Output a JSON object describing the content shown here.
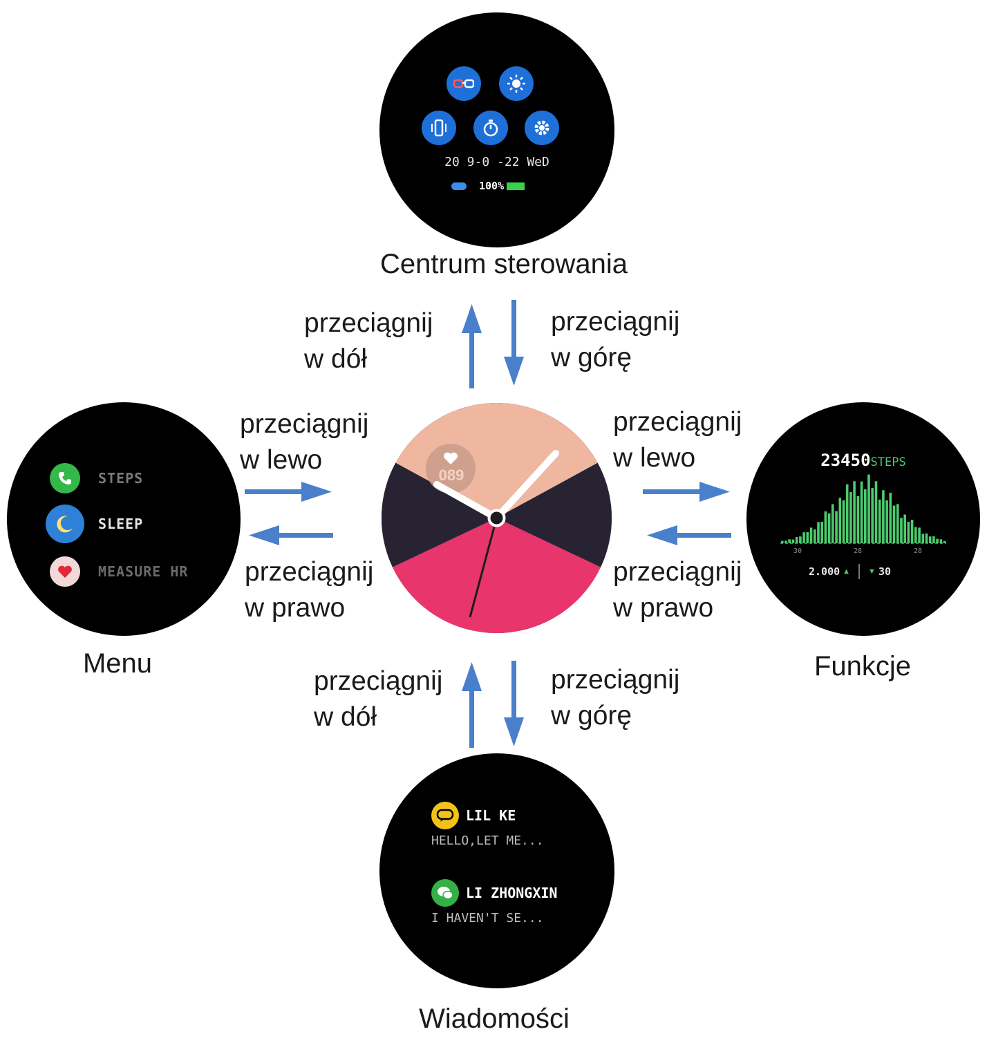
{
  "screens": {
    "center_watchface": {
      "heart_value": "089"
    },
    "control_center": {
      "title": "Centrum sterowania",
      "icons": [
        "glasses-icon",
        "brightness-icon",
        "vibrate-icon",
        "stopwatch-icon",
        "settings-icon"
      ],
      "date_line": "20 9-0 -22 WeD",
      "battery_percent": "100%"
    },
    "menu": {
      "title": "Menu",
      "items": [
        {
          "icon": "phone-icon",
          "label": "STEPS",
          "color": "#34b84a"
        },
        {
          "icon": "moon-icon",
          "label": "SLEEP",
          "color": "#2f80d8"
        },
        {
          "icon": "heart-icon",
          "label": "MEASURE HR",
          "color": "#f1d9d9"
        }
      ]
    },
    "functions": {
      "title": "Funkcje",
      "steps_value": "23450",
      "steps_unit": "STEPS",
      "axis_ticks": [
        "30",
        "28",
        "28"
      ],
      "footer_left": "2.000",
      "footer_right": "30"
    },
    "messages": {
      "title": "Wiadomości",
      "items": [
        {
          "icon": "chat-icon",
          "name": "LIL KE",
          "preview": "HELLO,LET ME...",
          "color": "#f2c21b"
        },
        {
          "icon": "wechat-icon",
          "name": "LI ZHONGXIN",
          "preview": "I HAVEN'T SE...",
          "color": "#35b046"
        }
      ]
    }
  },
  "gestures": {
    "top_left": [
      "przeciągnij",
      "w dół"
    ],
    "top_right": [
      "przeciągnij",
      "w górę"
    ],
    "left_upper": [
      "przeciągnij",
      "w lewo"
    ],
    "left_lower": [
      "przeciągnij",
      "w prawo"
    ],
    "right_upper": [
      "przeciągnij",
      "w lewo"
    ],
    "right_lower": [
      "przeciągnij",
      "w prawo"
    ],
    "bottom_left": [
      "przeciągnij",
      "w dół"
    ],
    "bottom_right": [
      "przeciągnij",
      "w górę"
    ]
  },
  "colors": {
    "arrow": "#4a7fcb",
    "watch_peach": "#efb7a0",
    "watch_navy": "#272333",
    "watch_pink": "#e8356b",
    "steps_green": "#4ccc6e",
    "battery_green": "#39d14a"
  }
}
